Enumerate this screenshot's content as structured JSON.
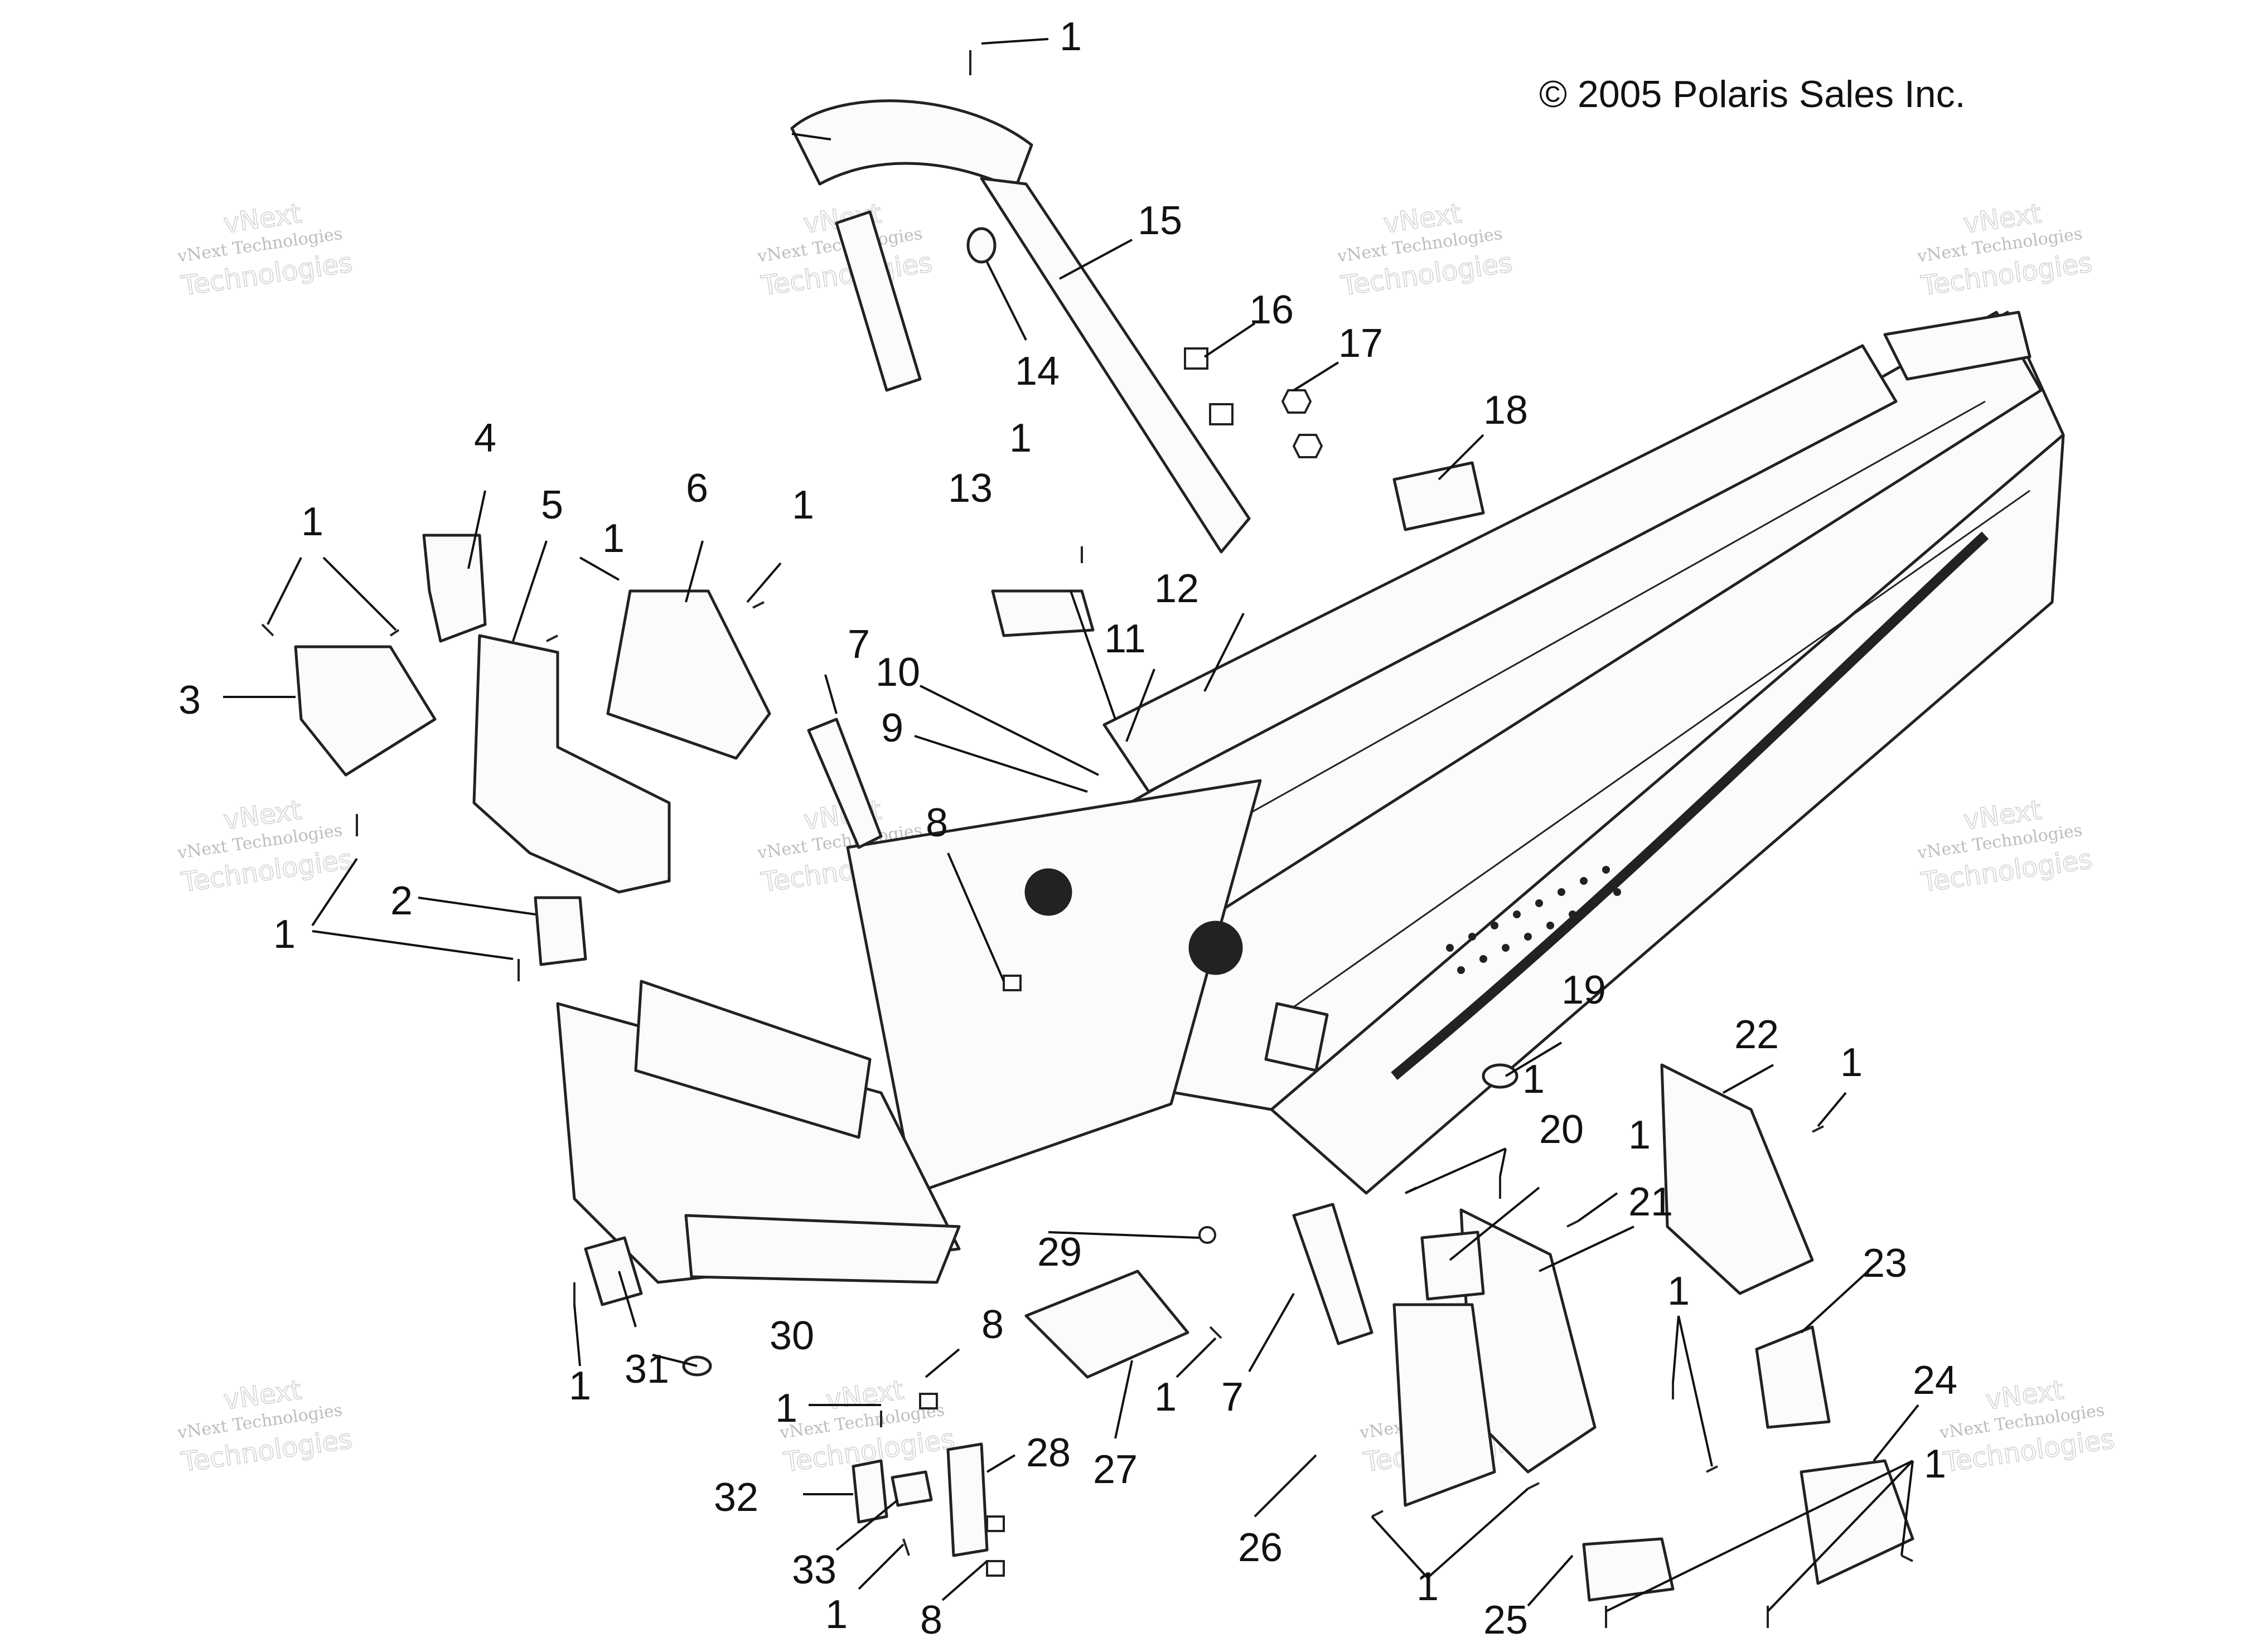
{
  "copyright": "© 2005 Polaris Sales Inc.",
  "watermark": {
    "line1": "vNext Technologies",
    "line2": "Technologies",
    "overlay": "vNext"
  },
  "callouts": {
    "c1": "1",
    "c2": "2",
    "c3": "3",
    "c4": "4",
    "c5": "5",
    "c6": "6",
    "c7": "7",
    "c8": "8",
    "c9": "9",
    "c10": "10",
    "c11": "11",
    "c12": "12",
    "c13": "13",
    "c14": "14",
    "c15": "15",
    "c16": "16",
    "c17": "17",
    "c18": "18",
    "c19": "19",
    "c20": "20",
    "c21": "21",
    "c22": "22",
    "c23": "23",
    "c24": "24",
    "c25": "25",
    "c26": "26",
    "c27": "27",
    "c28": "28",
    "c29": "29",
    "c30": "30",
    "c31": "31",
    "c32": "32",
    "c33": "33"
  }
}
